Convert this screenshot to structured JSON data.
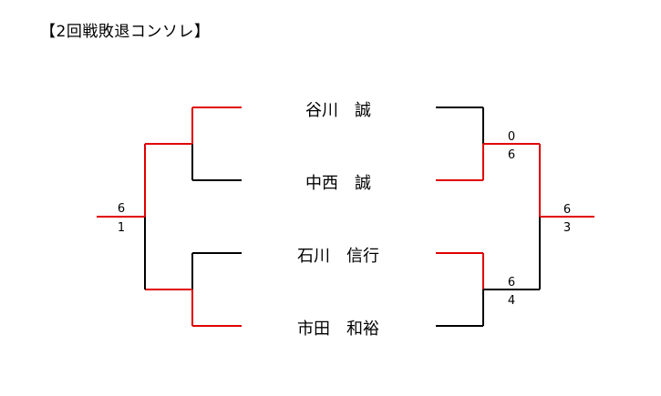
{
  "title": "【2回戦敗退コンソレ】",
  "colors": {
    "win": "#e00000",
    "loss": "#000000"
  },
  "players": [
    {
      "name": "谷川　誠"
    },
    {
      "name": "中西　誠"
    },
    {
      "name": "石川　信行"
    },
    {
      "name": "市田　和裕"
    }
  ],
  "scores": {
    "left_final": {
      "top": "6",
      "bottom": "1"
    },
    "right_semi_top": {
      "top": "0",
      "bottom": "6"
    },
    "right_semi_bottom": {
      "top": "6",
      "bottom": "4"
    },
    "right_final": {
      "top": "6",
      "bottom": "3"
    }
  }
}
